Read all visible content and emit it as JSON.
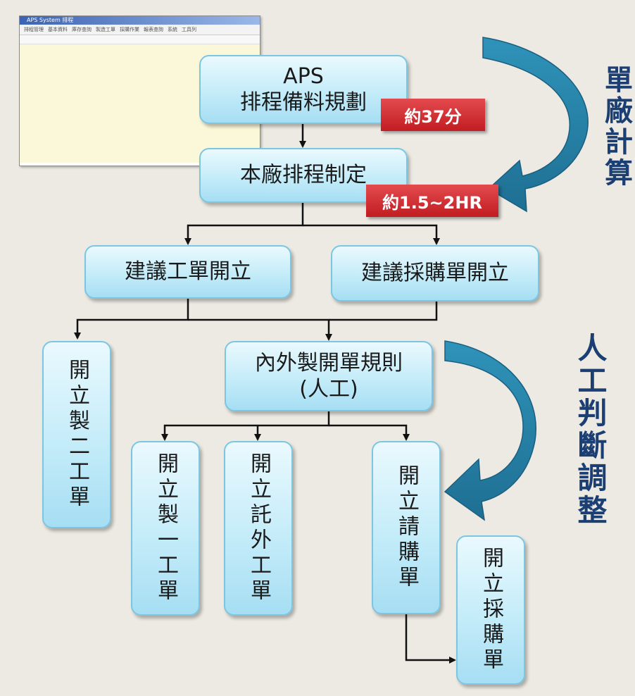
{
  "window": {
    "title": "APS System 排程",
    "menu": [
      "排程管理",
      "基本資料",
      "庫存查詢",
      "製造工單",
      "採購作業",
      "報表查詢",
      "系統",
      "工具列"
    ]
  },
  "nodes": {
    "aps_line1": "APS",
    "aps_line2": "排程備料規劃",
    "plant_schedule": "本廠排程制定",
    "suggest_work_order": "建議工單開立",
    "suggest_purchase_order": "建議採購單開立",
    "rule_line1": "內外製開單規則",
    "rule_line2": "(人工)",
    "open_mfg2_order": "開立製二工單",
    "open_mfg1_order": "開立製一工單",
    "open_outsource_order": "開立託外工單",
    "open_requisition": "開立請購單",
    "open_purchase_order": "開立採購單"
  },
  "tags": {
    "aps_time": "約37分",
    "schedule_time": "約1.5~2HR"
  },
  "side_labels": {
    "single_plant": "單廠計算",
    "manual_adjust": "人工判斷調整"
  },
  "colors": {
    "node_fill": "#c4ecf9",
    "node_border": "#7cc6e2",
    "tag_fill": "#c11d22",
    "arrow_fill": "#2e8bb0",
    "side_text": "#1c3f73"
  }
}
